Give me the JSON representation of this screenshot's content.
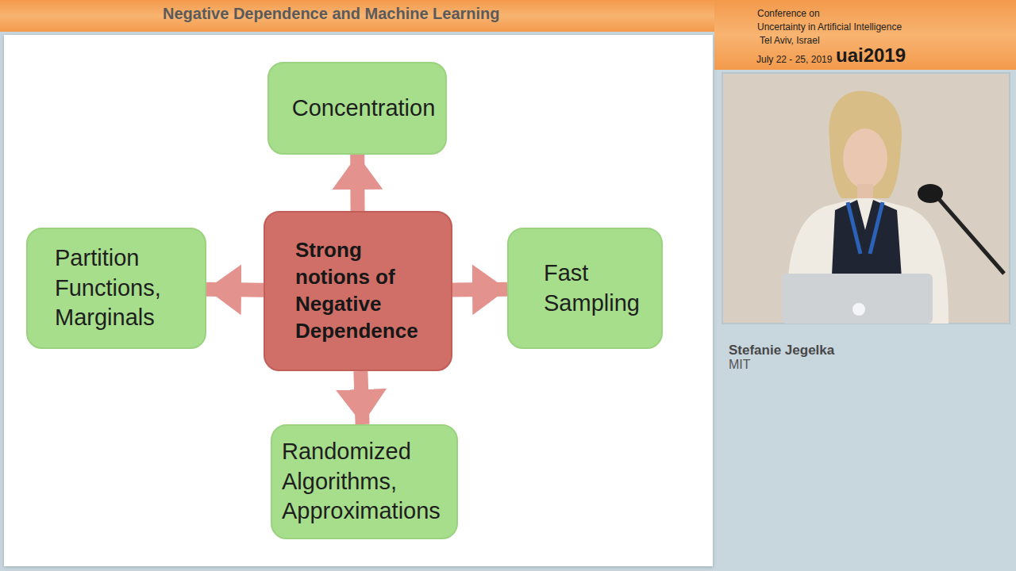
{
  "diagram": {
    "title": "Negative Dependence and Machine Learning",
    "nodes": [
      {
        "text": [
          "Concentration"
        ]
      },
      {
        "text": [
          "Partition Functions, Marginals"
        ]
      },
      {
        "text": [
          "Strong notions of Negative Dependence"
        ]
      },
      {
        "text": [
          "Fast Sampling"
        ]
      },
      {
        "text": [
          "Randomized Algorithms, Approximations"
        ]
      }
    ],
    "edges": [
      {
        "from": 2,
        "to": 0,
        "arrow": "to"
      },
      {
        "from": 2,
        "to": 1,
        "arrow": "to"
      },
      {
        "from": 2,
        "to": 3,
        "arrow": "to"
      },
      {
        "from": 2,
        "to": 4,
        "arrow": "to"
      }
    ],
    "labels": [
      "Conference on",
      "Uncertainty in Artificial Intelligence",
      "Tel Aviv, Israel",
      "July 22 - 25, 2019",
      "uai2019",
      "Stefanie Jegelka",
      "MIT"
    ]
  }
}
